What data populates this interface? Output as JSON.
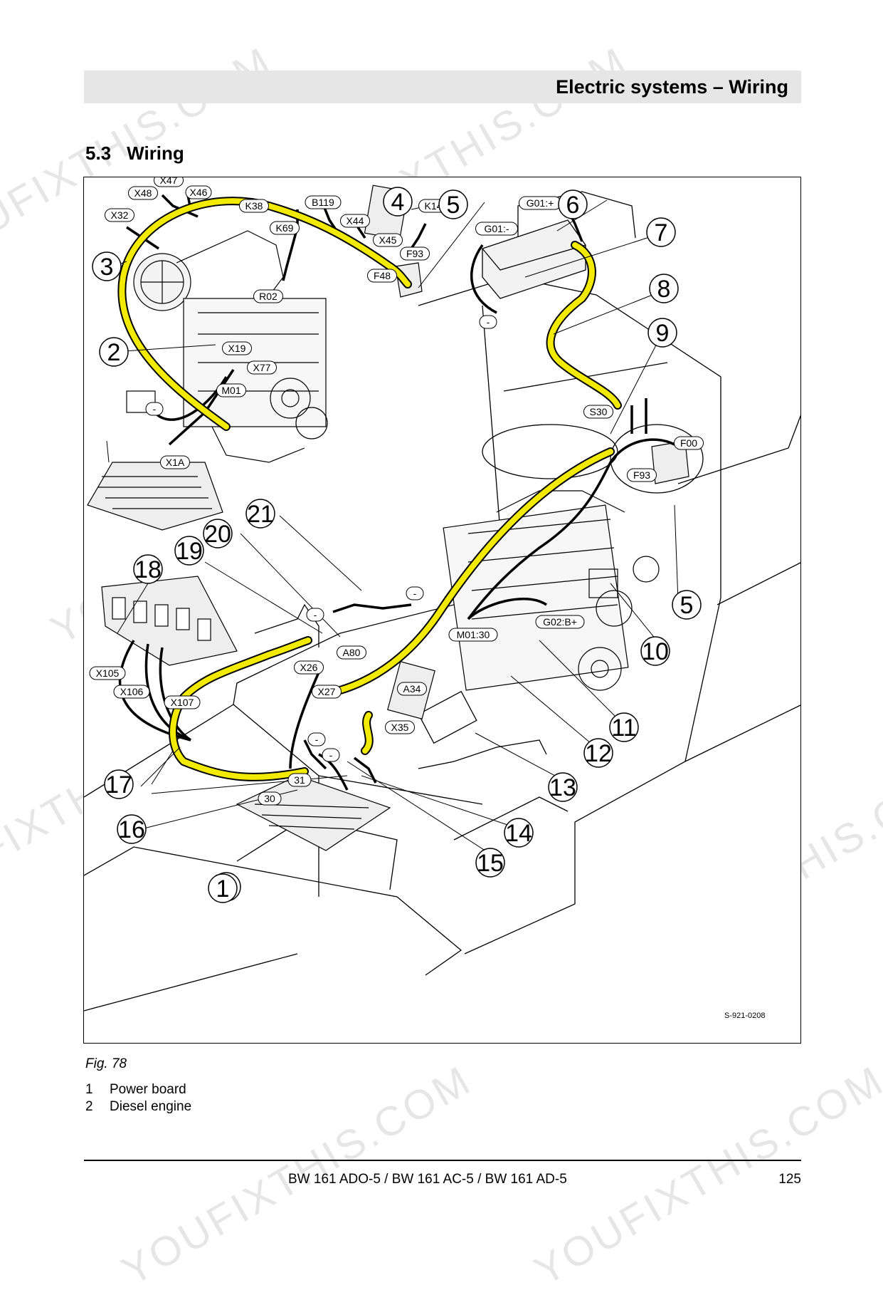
{
  "header": {
    "title": "Electric systems – Wiring"
  },
  "section": {
    "number": "5.3",
    "title": "Wiring"
  },
  "figure": {
    "drawing_id": "S-921-0208",
    "callouts": [
      "1",
      "2",
      "3",
      "4",
      "5",
      "6",
      "7",
      "8",
      "9",
      "10",
      "11",
      "12",
      "13",
      "14",
      "15",
      "16",
      "17",
      "18",
      "19",
      "20",
      "21",
      "5",
      "1"
    ],
    "connectors": [
      "X46",
      "X47",
      "X48",
      "X32",
      "K38",
      "K69",
      "B119",
      "X44",
      "X45",
      "K14",
      "F93",
      "F48",
      "R02",
      "X19",
      "X77",
      "M01",
      "-",
      "X1A",
      "G01:+",
      "G01:-",
      "-",
      "S30",
      "F00",
      "F93",
      "M01:30",
      "G02:B+",
      "-",
      "-",
      "A80",
      "X26",
      "X27",
      "A34",
      "X35",
      "-",
      "-",
      "31",
      "30",
      "X105",
      "X106",
      "X107"
    ]
  },
  "caption": {
    "label": "Fig.  78"
  },
  "legend": [
    {
      "num": "1",
      "text": "Power board"
    },
    {
      "num": "2",
      "text": "Diesel engine"
    }
  ],
  "footer": {
    "doc": "BW 161 ADO-5 / BW 161 AC-5 / BW 161 AD-5",
    "page": "125"
  },
  "watermark": {
    "text": "YOUFIXTHIS.COM"
  },
  "colors": {
    "harness": "#f2ea00",
    "header_bg": "#e6e6e6"
  }
}
